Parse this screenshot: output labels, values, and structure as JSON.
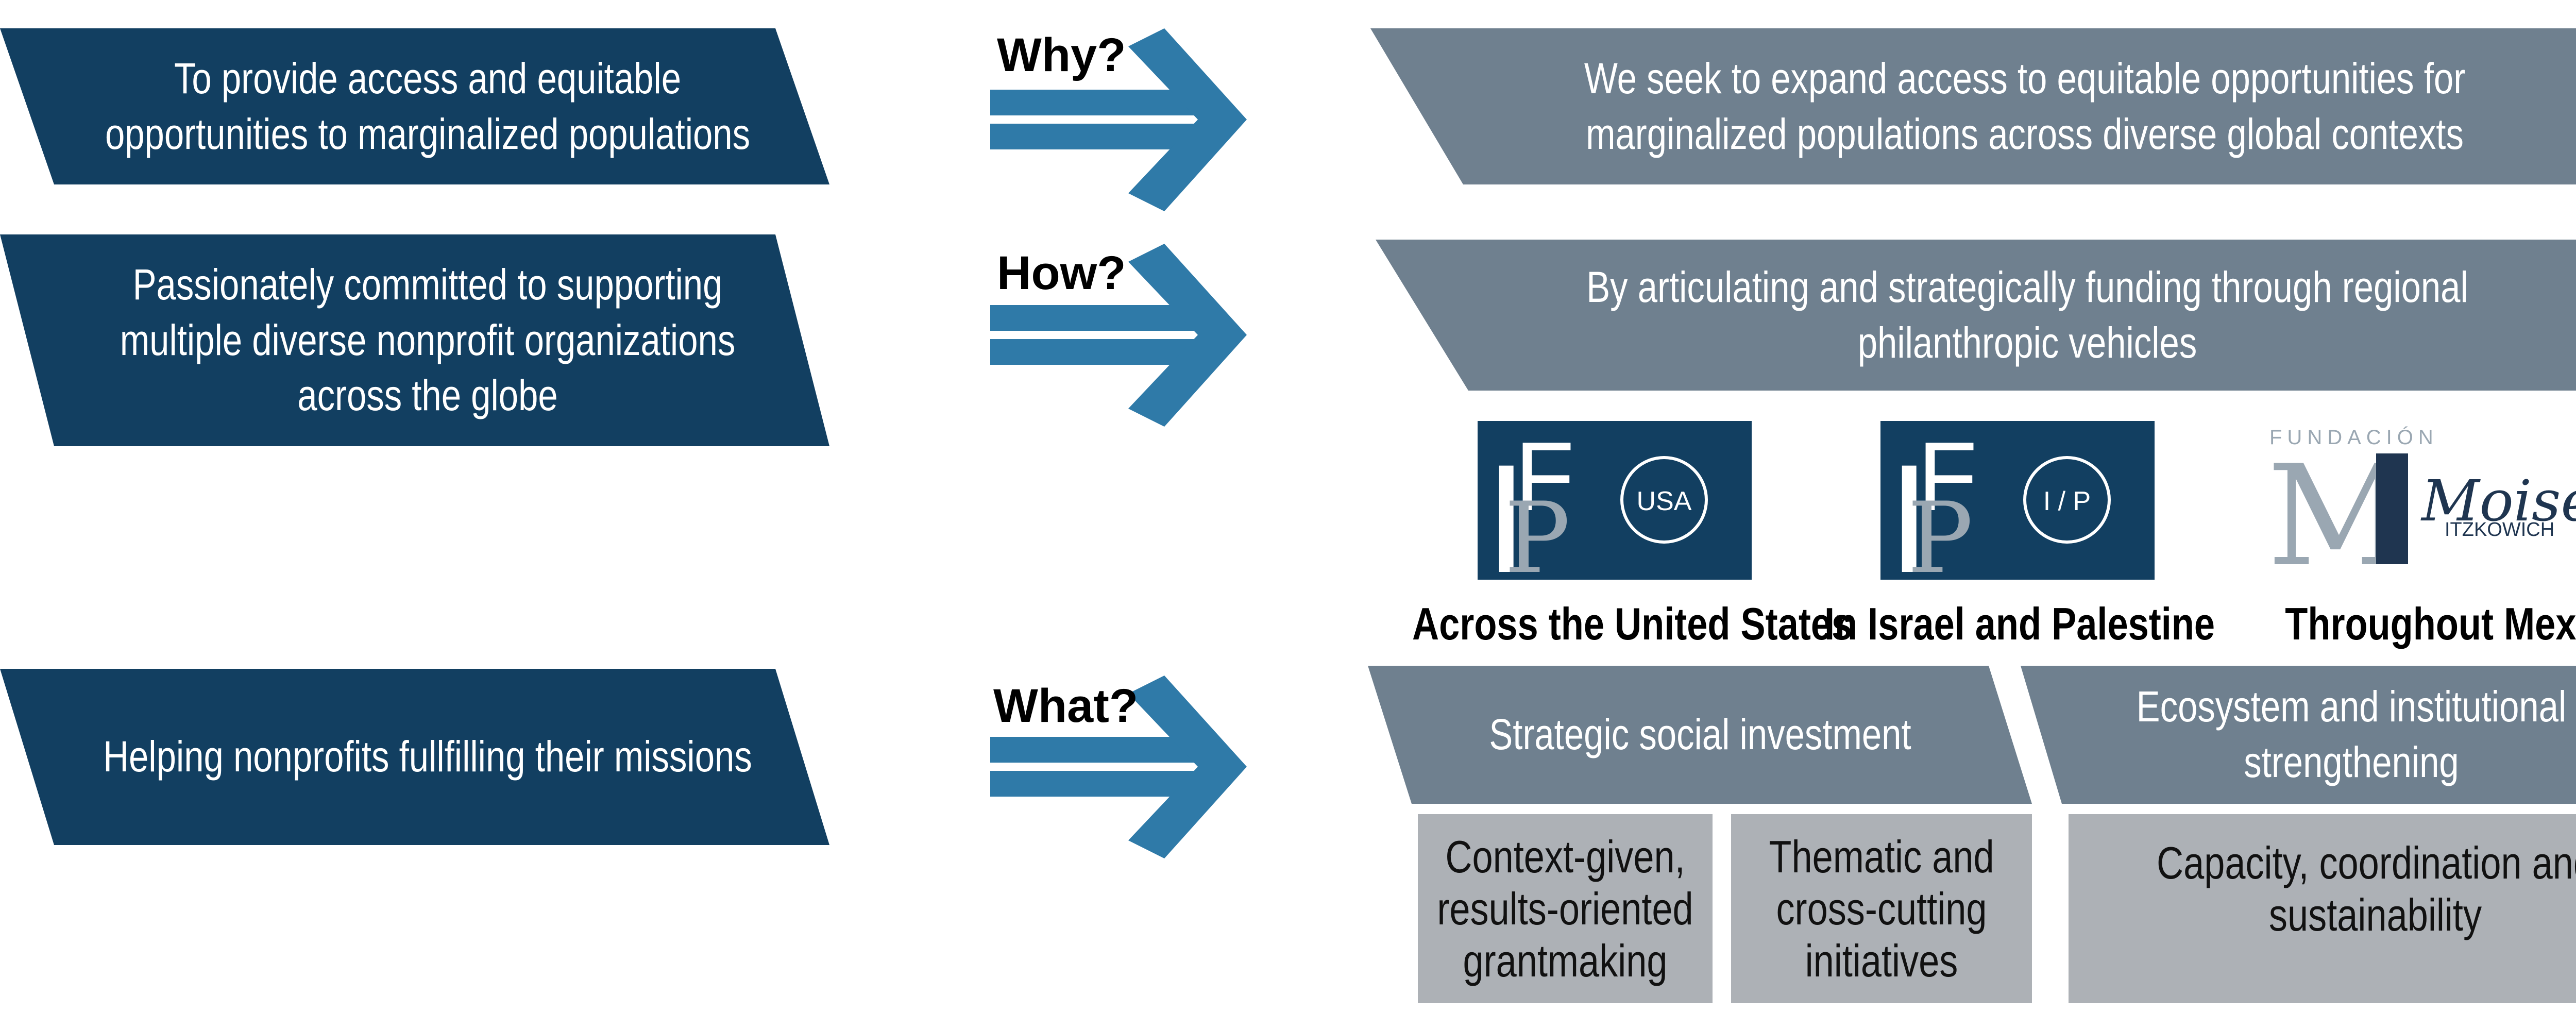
{
  "colors": {
    "dark_blue": "#123f61",
    "slate": "#6f808f",
    "arrow_blue": "#2f7aa8",
    "box_gray": "#adb1b6",
    "logo_gray": "#9aa7b2",
    "logo_navy": "#1f3550"
  },
  "left": {
    "why": [
      "To provide access and equitable",
      "opportunities to marginalized populations"
    ],
    "how": [
      "Passionately committed to supporting",
      "multiple diverse nonprofit organizations",
      "across the globe"
    ],
    "what": [
      "Helping nonprofits fullfilling their missions"
    ]
  },
  "questions": {
    "why": "Why?",
    "how": "How?",
    "what": "What?"
  },
  "right": {
    "why": [
      "We seek to expand access to equitable opportunities for",
      "marginalized populations across diverse global contexts"
    ],
    "how": [
      "By articulating and strategically funding through regional",
      "philanthropic vehicles"
    ]
  },
  "logos": {
    "usa": {
      "badge": "USA",
      "icon": "ifp-usa-logo"
    },
    "ip": {
      "badge": "I / P",
      "icon": "ifp-ip-logo"
    },
    "mexico": {
      "top": "FUNDACIÓN",
      "script": "Moisés",
      "bottom": "ITZKOWICH",
      "icon": "fundacion-mi-logo"
    }
  },
  "regions": [
    "Across the United States",
    "In Israel and Palestine",
    "Throughout Mexico"
  ],
  "what_headers": {
    "investment": [
      "Strategic social investment"
    ],
    "ecosystem": [
      "Ecosystem and institutional",
      "strengthening"
    ]
  },
  "what_boxes": {
    "grantmaking": [
      "Context-given,",
      "results-oriented",
      "grantmaking"
    ],
    "initiatives": [
      "Thematic and",
      "cross-cutting",
      "initiatives"
    ],
    "capacity": [
      "Capacity, coordination and",
      "sustainability"
    ]
  }
}
